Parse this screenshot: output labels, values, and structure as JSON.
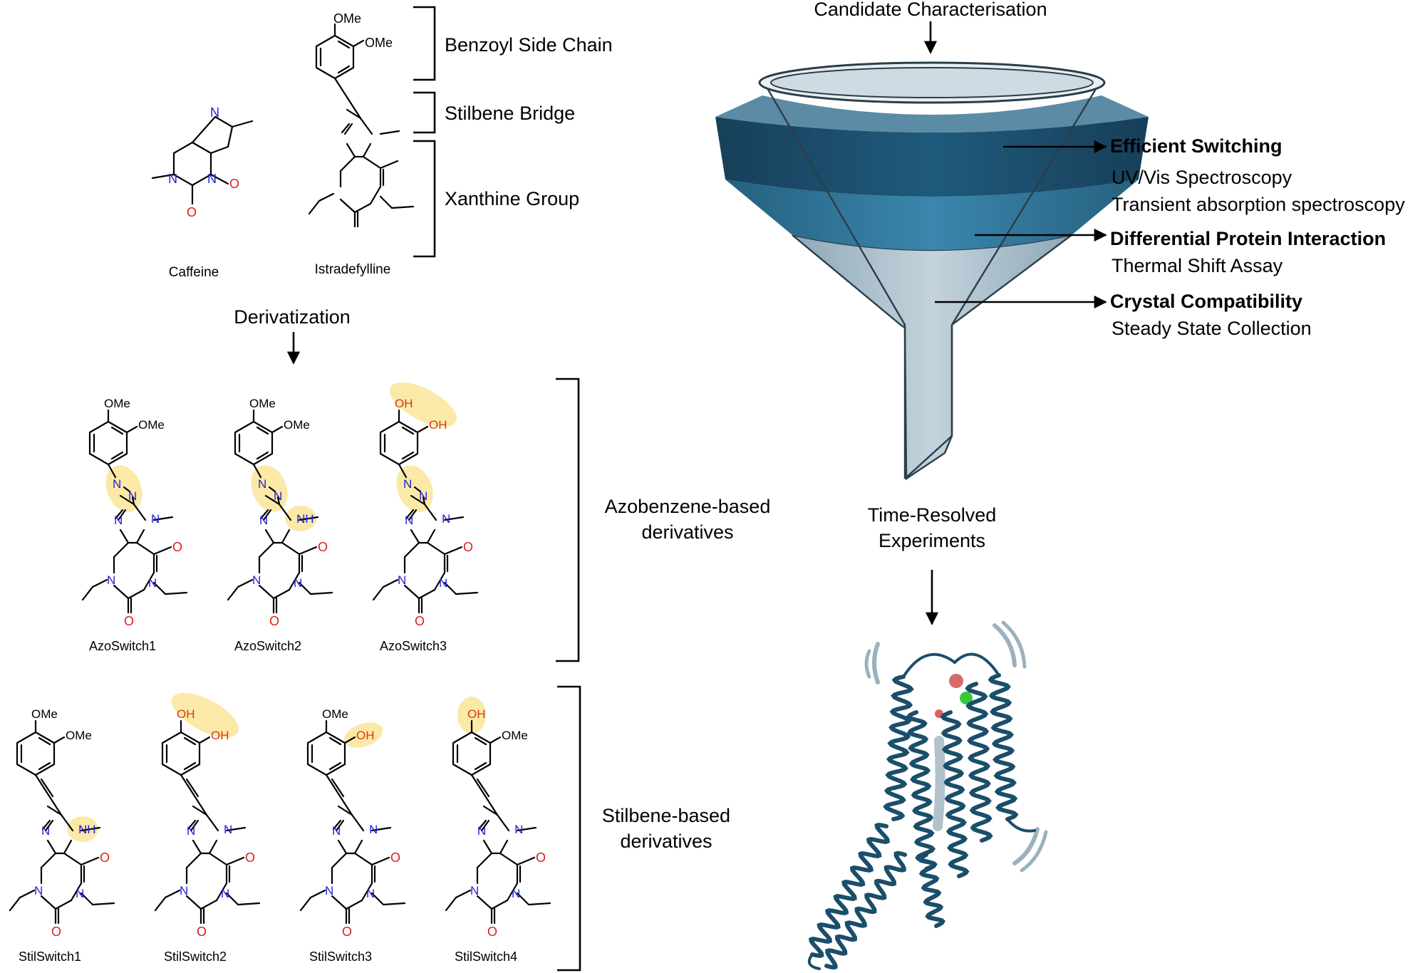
{
  "top": {
    "caffeine_label": "Caffeine",
    "istradefylline_label": "Istradefylline",
    "brackets": [
      "Benzoyl Side Chain",
      "Stilbene Bridge",
      "Xanthine Group"
    ],
    "derivatization_label": "Derivatization"
  },
  "groups": {
    "azo_label_line1": "Azobenzene-based",
    "azo_label_line2": "derivatives",
    "stil_label_line1": "Stilbene-based",
    "stil_label_line2": "derivatives"
  },
  "azo": [
    {
      "name": "AzoSwitch1",
      "sub1": "OMe",
      "sub2": "OMe",
      "nsub": "N"
    },
    {
      "name": "AzoSwitch2",
      "sub1": "OMe",
      "sub2": "OMe",
      "nsub": "NH"
    },
    {
      "name": "AzoSwitch3",
      "sub1": "OH",
      "sub2": "OH",
      "nsub": "N"
    }
  ],
  "stil": [
    {
      "name": "StilSwitch1",
      "sub1": "OMe",
      "sub2": "OMe",
      "nsub": "NH"
    },
    {
      "name": "StilSwitch2",
      "sub1": "OH",
      "sub2": "OH",
      "nsub": "N"
    },
    {
      "name": "StilSwitch3",
      "sub1": "OMe",
      "sub2": "OH",
      "nsub": "N"
    },
    {
      "name": "StilSwitch4",
      "sub1": "OH",
      "sub2": "OMe",
      "nsub": "N"
    }
  ],
  "atoms": {
    "n": "N",
    "o": "O",
    "ome": "OMe",
    "oh": "OH",
    "nh": "NH"
  },
  "funnel": {
    "title": "Candidate Characterisation",
    "criteria": [
      {
        "title": "Efficient Switching",
        "lines": [
          "UV/Vis Spectroscopy",
          "Transient absorption spectroscopy"
        ]
      },
      {
        "title": "Differential Protein Interaction",
        "lines": [
          "Thermal Shift Assay"
        ]
      },
      {
        "title": "Crystal Compatibility",
        "lines": [
          "Steady State Collection"
        ]
      }
    ],
    "output_line1": "Time-Resolved",
    "output_line2": "Experiments"
  },
  "colors": {
    "nitrogen": "#1f1fd6",
    "oxygen": "#e01b1b",
    "highlight": "#fbe8a3",
    "funnel_dark": "#1c4f6e",
    "funnel_mid": "#2e7196",
    "funnel_light": "#a9bfcc",
    "protein": "#1a4e6b"
  }
}
